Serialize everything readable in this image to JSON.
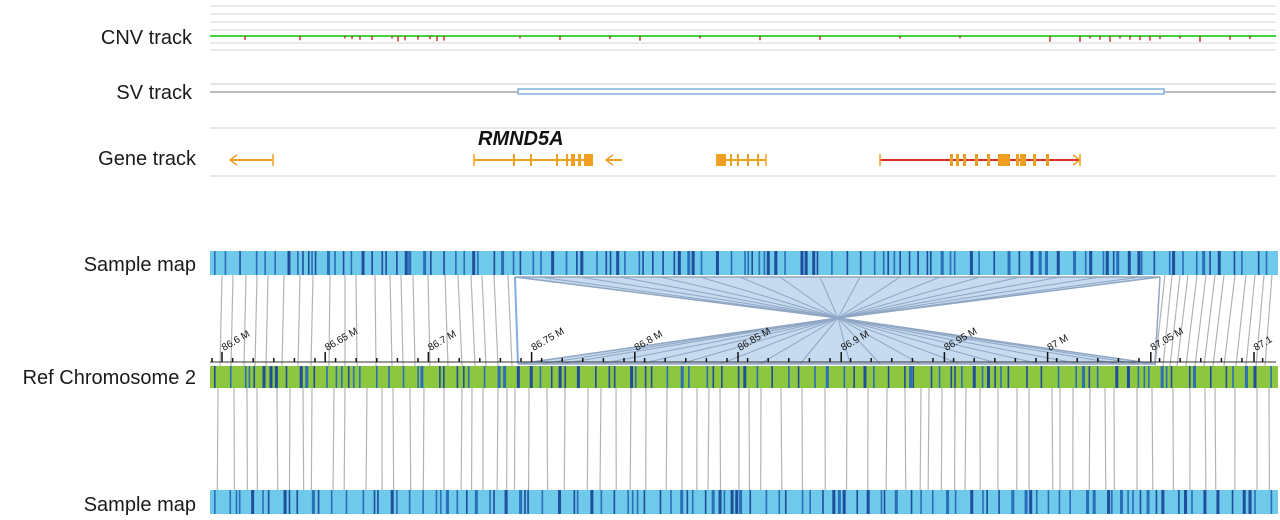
{
  "tracks": {
    "cnv_label": "CNV track",
    "sv_label": "SV track",
    "gene_label": "Gene track",
    "sample_map_top_label": "Sample map",
    "ref_label": "Ref Chromosome 2",
    "sample_map_bottom_label": "Sample map"
  },
  "gene": {
    "name": "RMND5A"
  },
  "ruler": {
    "unit": "M",
    "ticks": [
      "86.6 M",
      "86.65 M",
      "86.7 M",
      "86.75 M",
      "86.8 M",
      "86.85 M",
      "86.9 M",
      "86.95 M",
      "87 M",
      "87.05 M",
      "87.1"
    ]
  },
  "colors": {
    "cnv_line": "#3fd43f",
    "cnv_marks": "#c0392b",
    "sv_span": "#7fb2e0",
    "gene_default": "#f0a020",
    "gene_highlight": "#e03020",
    "sample_map": "#6ec9ea",
    "sample_label": "#1f4e9c",
    "ref_map": "#8dc63f",
    "alignment_line": "#b4b4b4",
    "inversion_fill": "#c6dbf0",
    "inversion_line": "#8fa6c4"
  }
}
